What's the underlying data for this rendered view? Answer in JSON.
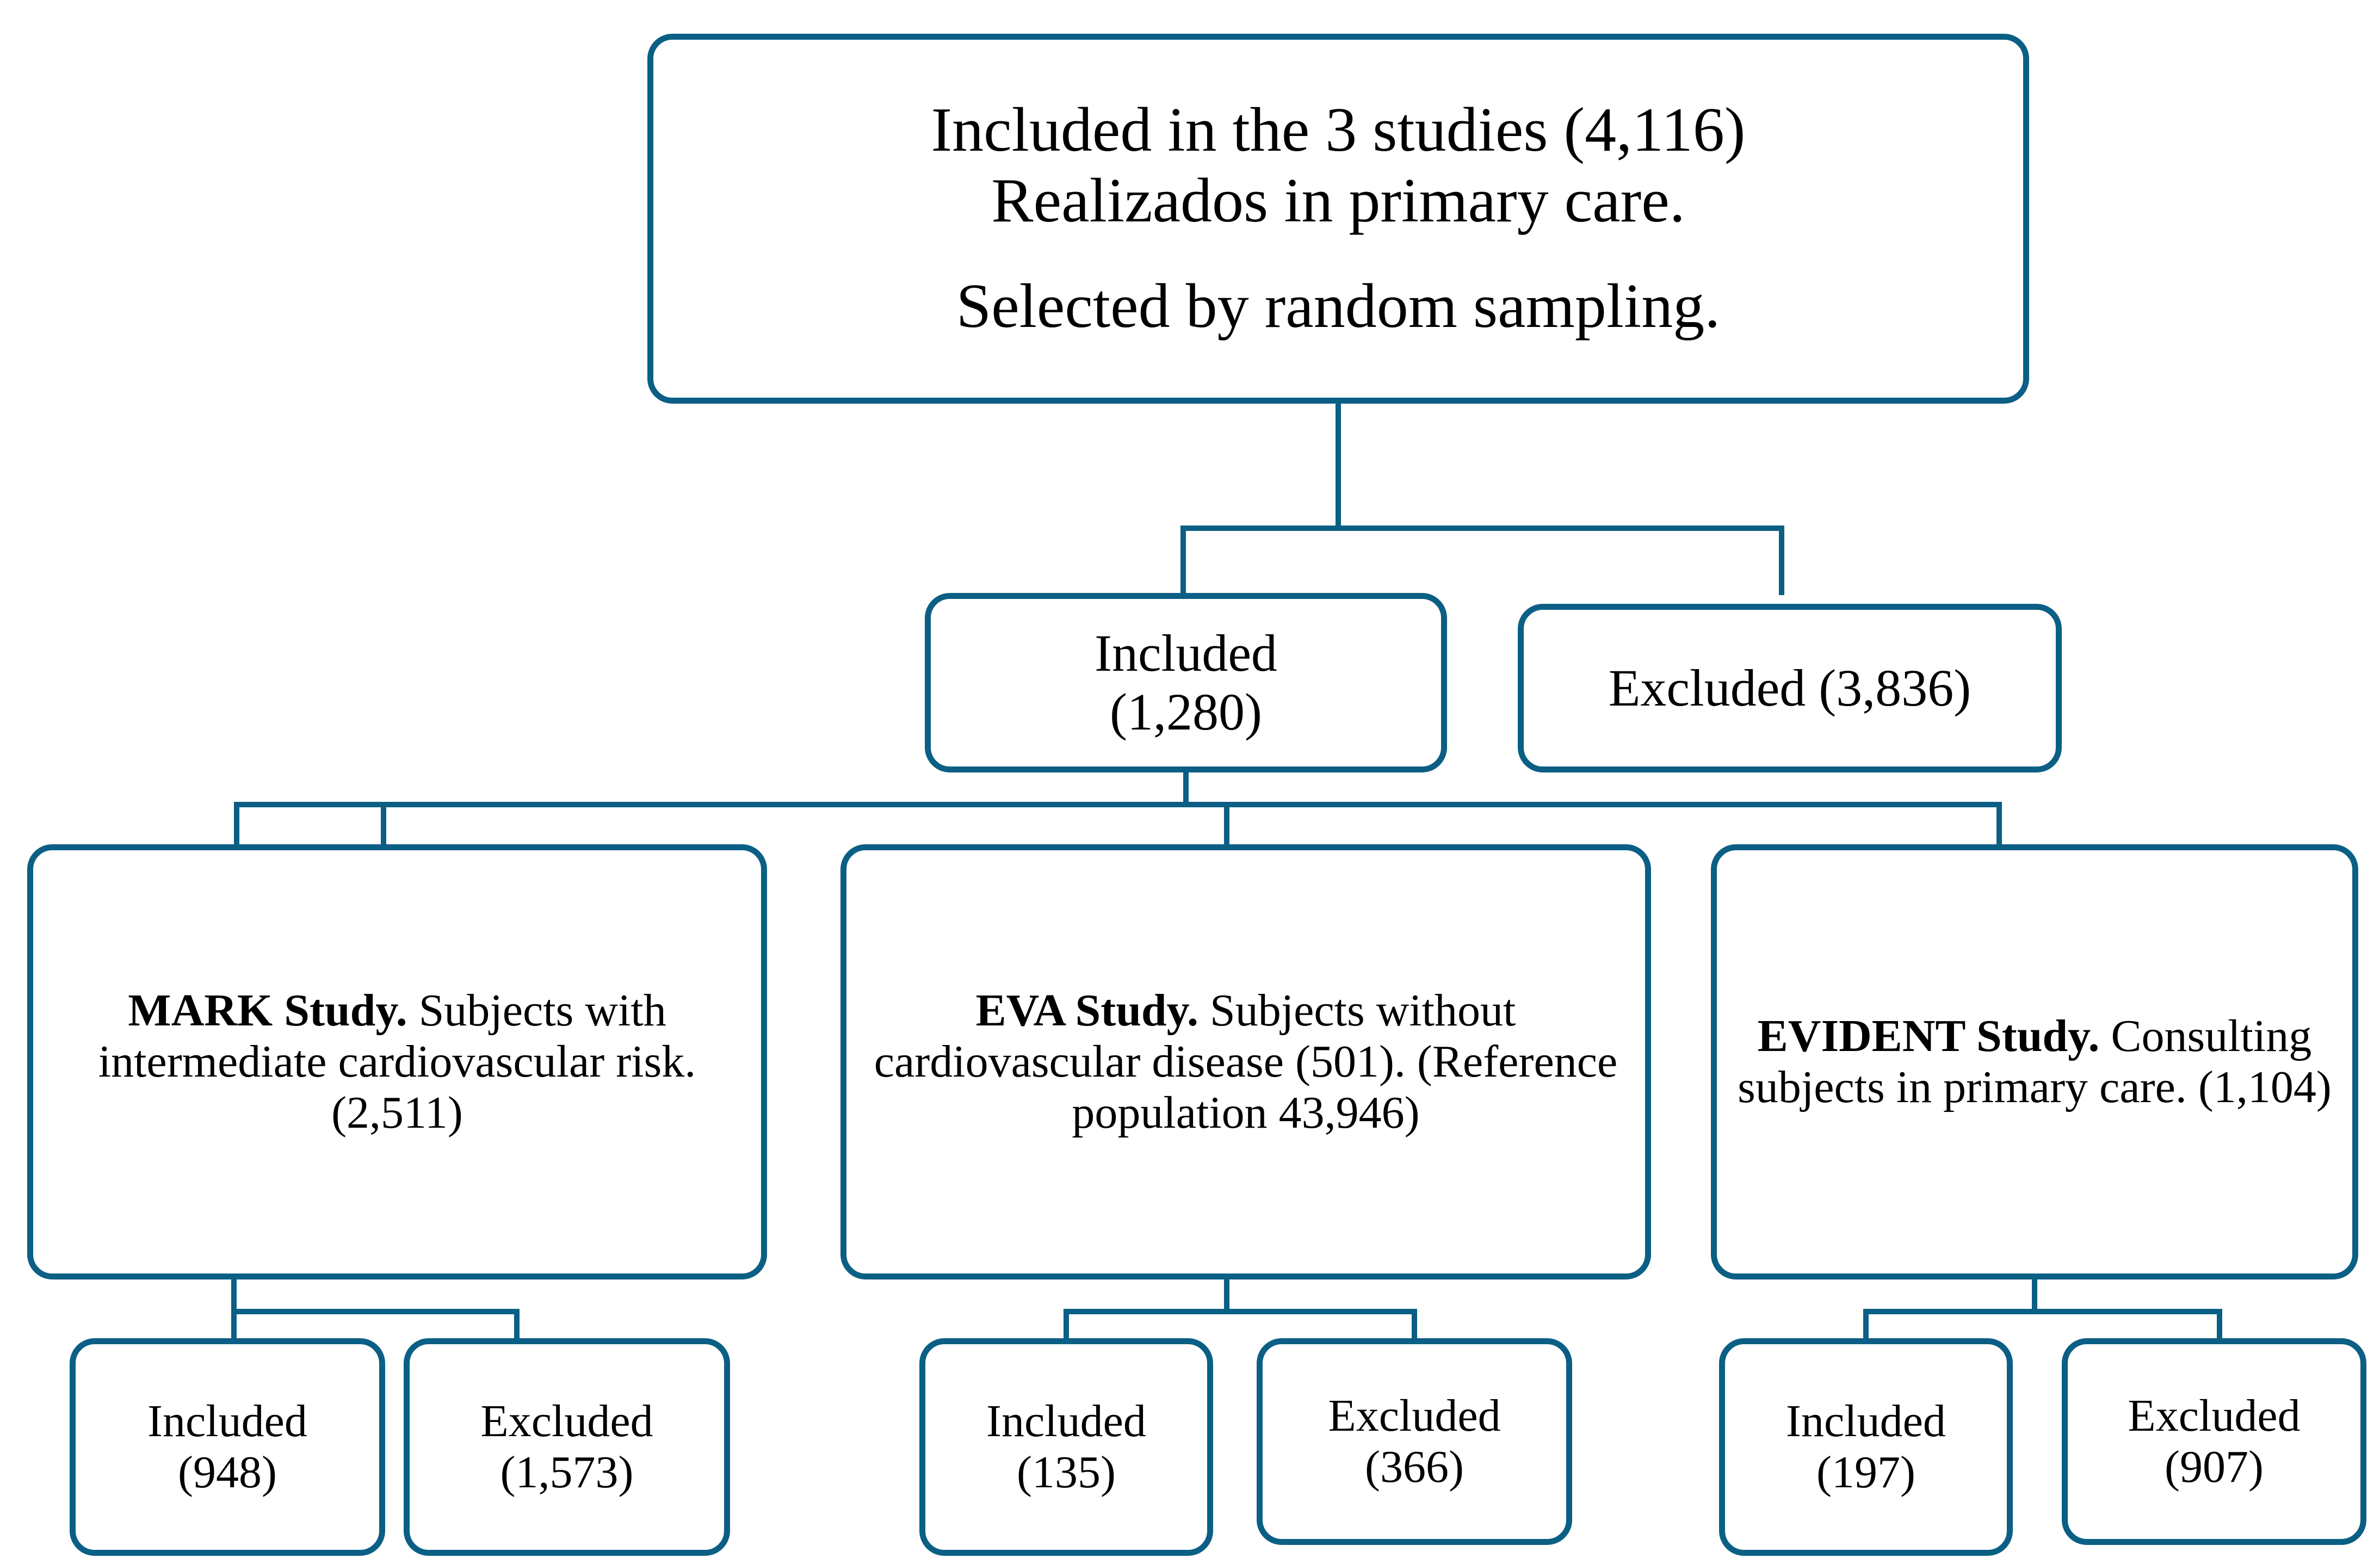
{
  "diagram": {
    "type": "study-flow-chart",
    "accent_color": "#0b5f84",
    "background_color": "#ffffff",
    "text_color": "#000000"
  },
  "nodes": {
    "root": {
      "line1": "Included in the 3 studies (4,116)",
      "line2": "Realizados in primary care.",
      "line3": "Selected by random sampling."
    },
    "level1": {
      "included": {
        "line1": "Included",
        "line2": "(1,280)"
      },
      "excluded": {
        "line1": "Excluded (3,836)"
      }
    },
    "studies": [
      {
        "id": "mark",
        "bold_label": "MARK Study.",
        "text": " Subjects with intermediate cardiovascular risk. (2,511)",
        "included": {
          "line1": "Included",
          "line2": "(948)"
        },
        "excluded": {
          "line1": "Excluded",
          "line2": "(1,573)"
        }
      },
      {
        "id": "eva",
        "bold_label": "EVA Study.",
        "text": " Subjects without cardiovascular disease (501). (Reference population 43,946)",
        "included": {
          "line1": "Included",
          "line2": "(135)"
        },
        "excluded": {
          "line1": "Excluded",
          "line2": "(366)"
        }
      },
      {
        "id": "evident",
        "bold_label": "EVIDENT Study.",
        "text": " Consulting subjects in primary care. (1,104)",
        "included": {
          "line1": "Included",
          "line2": "(197)"
        },
        "excluded": {
          "line1": "Excluded",
          "line2": "(907)"
        }
      }
    ]
  },
  "chart_data": {
    "type": "diagram",
    "title": "Included in the 3 studies (4,116)",
    "flow": [
      {
        "label": "Included in the 3 studies",
        "value": 4116
      },
      {
        "label": "Included",
        "value": 1280
      },
      {
        "label": "Excluded",
        "value": 3836
      },
      {
        "label": "MARK Study subjects with intermediate cardiovascular risk",
        "value": 2511
      },
      {
        "label": "EVA Study subjects without cardiovascular disease",
        "value": 501
      },
      {
        "label": "EVA Study reference population",
        "value": 43946
      },
      {
        "label": "EVIDENT Study consulting subjects in primary care",
        "value": 1104
      },
      {
        "label": "MARK Included",
        "value": 948
      },
      {
        "label": "MARK Excluded",
        "value": 1573
      },
      {
        "label": "EVA Included",
        "value": 135
      },
      {
        "label": "EVA Excluded",
        "value": 366
      },
      {
        "label": "EVIDENT Included",
        "value": 197
      },
      {
        "label": "EVIDENT Excluded",
        "value": 907
      }
    ]
  }
}
